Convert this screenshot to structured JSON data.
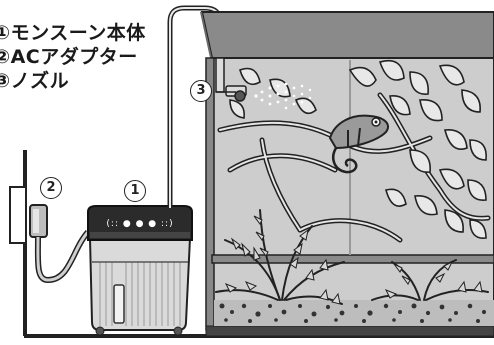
{
  "legend": {
    "item1": "①モンスーン本体",
    "item2": "②ACアダプター",
    "item3": "③ノズル"
  },
  "callouts": {
    "unit": "1",
    "adapter": "2",
    "nozzle": "3"
  },
  "panel": {
    "indicator_dots": "(:: ● ● ● ::)"
  },
  "colors": {
    "line": "#222222",
    "cage_glass": "#cfcfcf",
    "cage_frame": "#7a7a7a",
    "unit_body": "#d9d9d9",
    "unit_top": "#2a2a2a",
    "leaf_fill": "#e6e6e6",
    "substrate": "#3a3a3a"
  }
}
